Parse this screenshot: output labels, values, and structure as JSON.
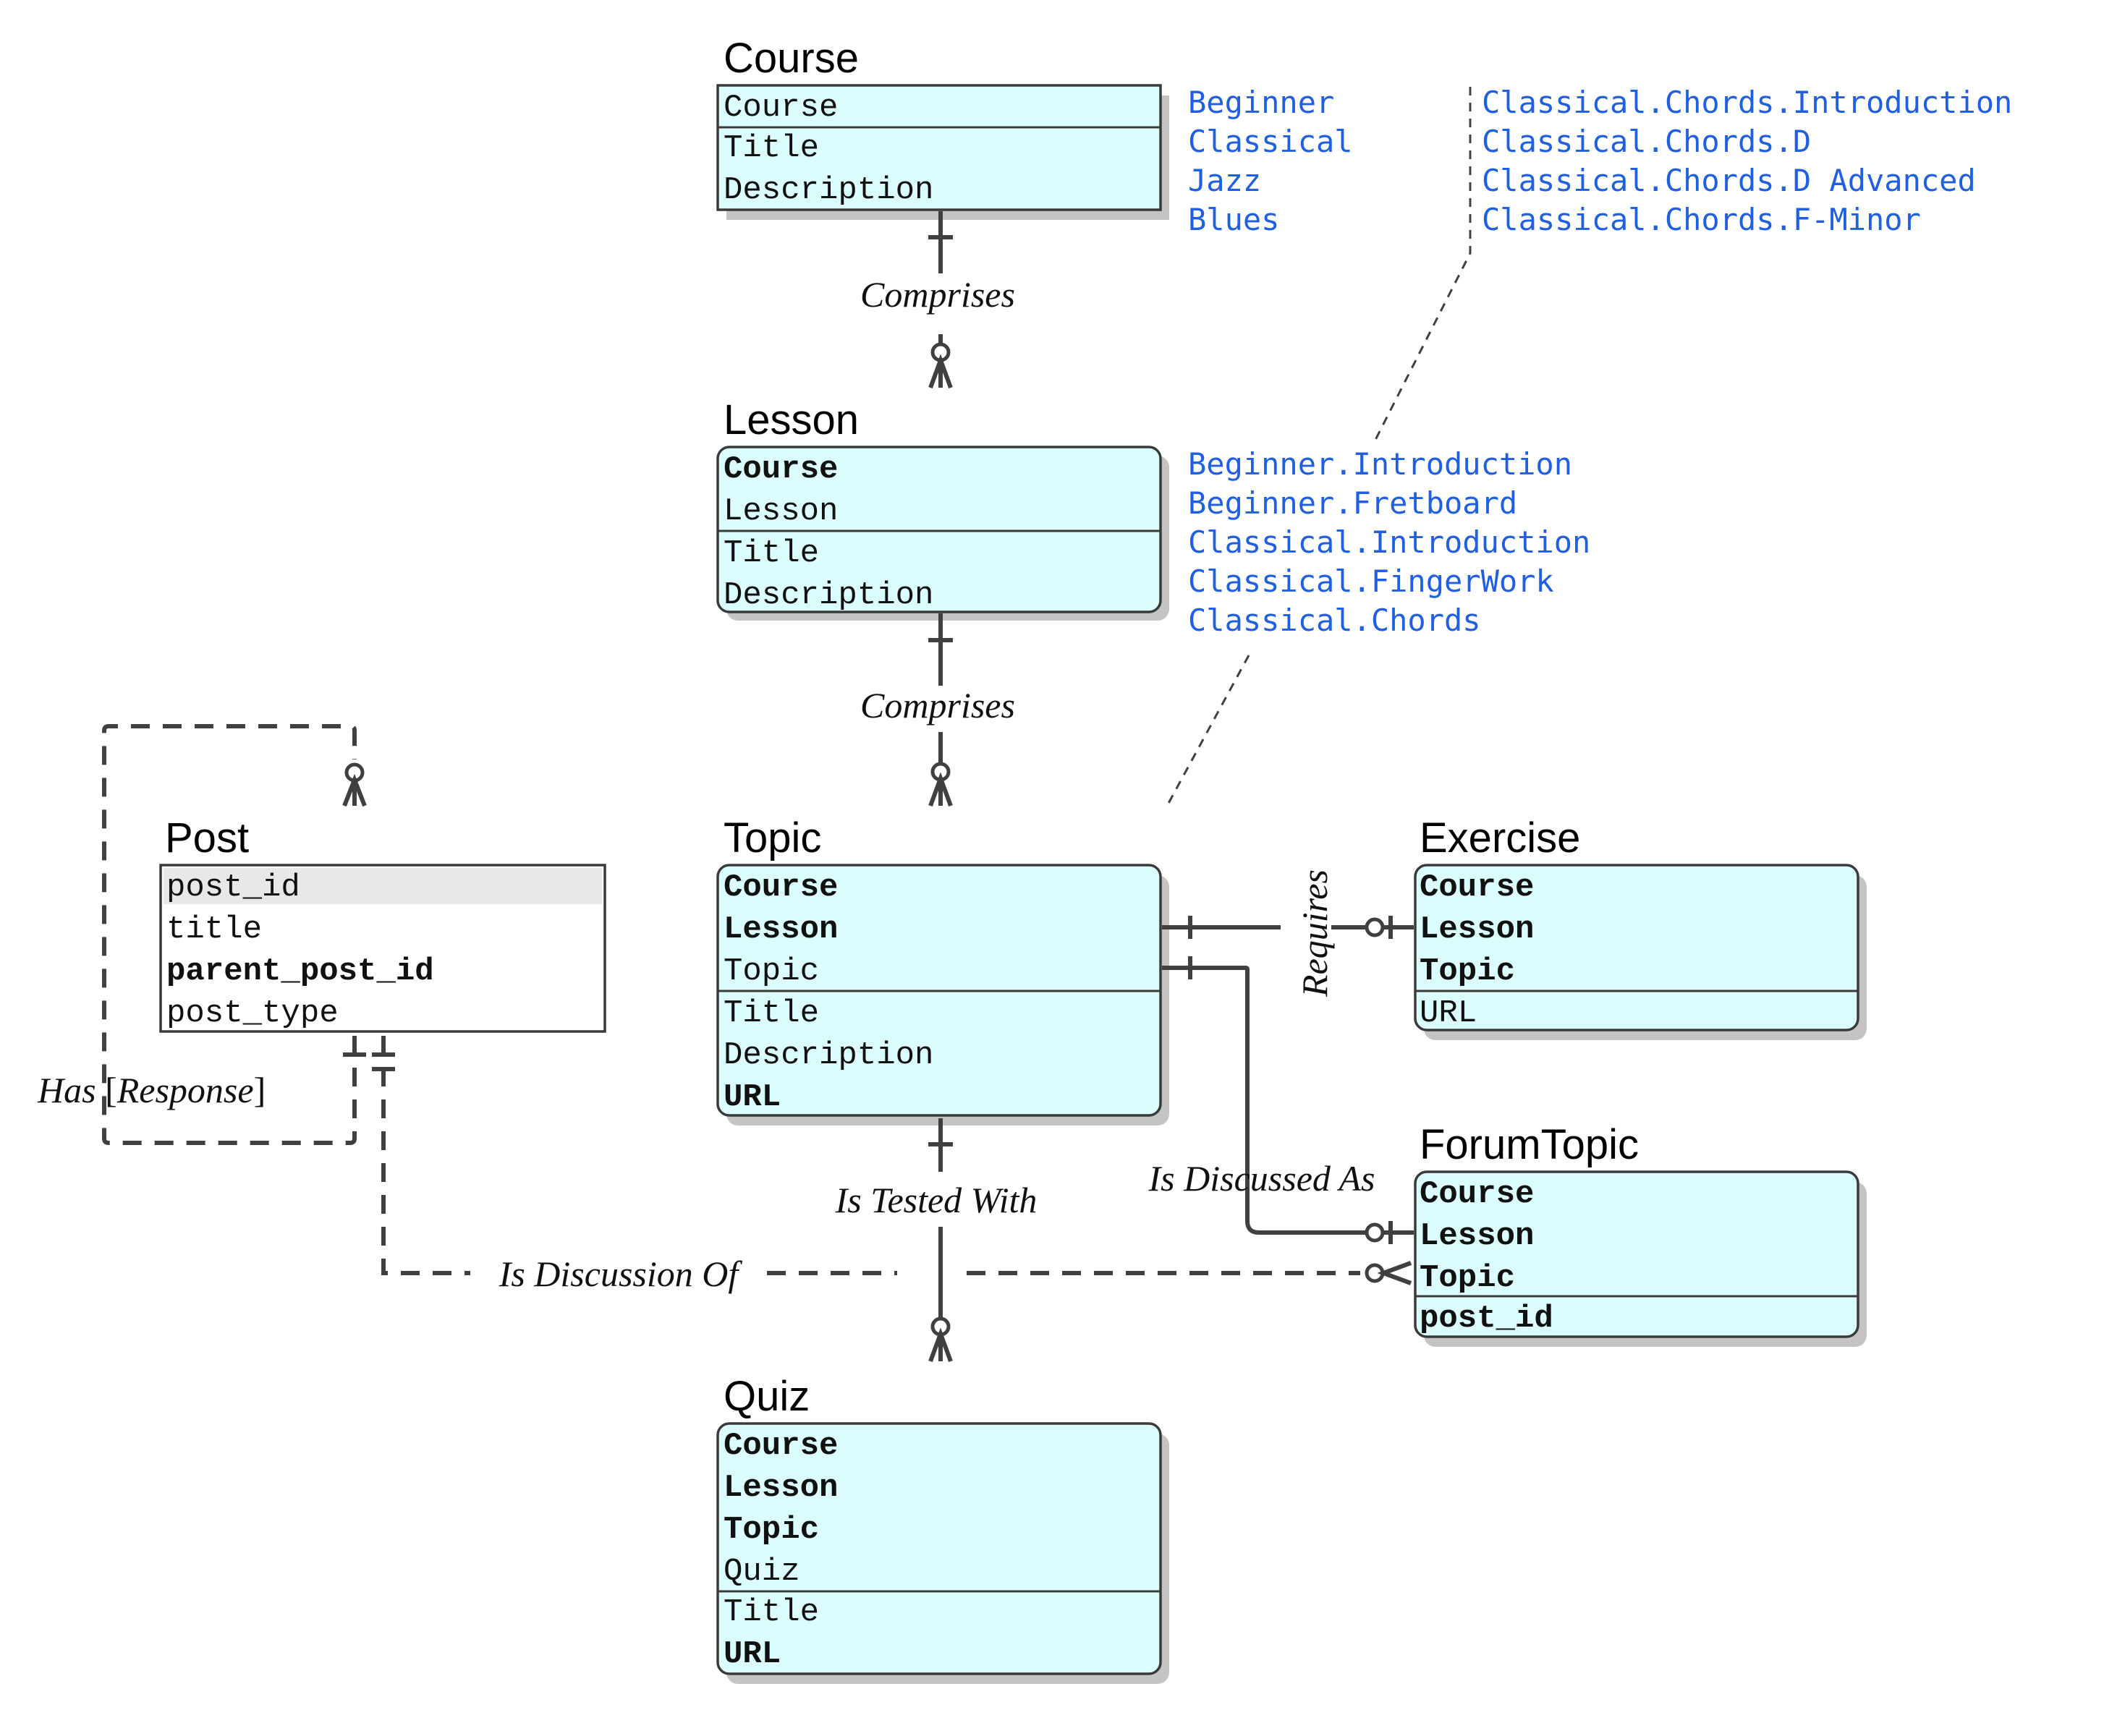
{
  "entities": {
    "course": {
      "title": "Course",
      "key_attrs": [
        "Course"
      ],
      "attrs": [
        "Title",
        "Description"
      ]
    },
    "lesson": {
      "title": "Lesson",
      "key_attrs": [
        "Course",
        "Lesson"
      ],
      "attrs": [
        "Title",
        "Description"
      ]
    },
    "topic": {
      "title": "Topic",
      "key_attrs": [
        "Course",
        "Lesson",
        "Topic"
      ],
      "attrs": [
        "Title",
        "Description",
        "URL"
      ]
    },
    "exercise": {
      "title": "Exercise",
      "key_attrs": [
        "Course",
        "Lesson",
        "Topic"
      ],
      "attrs": [
        "URL"
      ]
    },
    "forumtopic": {
      "title": "ForumTopic",
      "key_attrs": [
        "Course",
        "Lesson",
        "Topic"
      ],
      "attrs": [
        "post_id"
      ]
    },
    "quiz": {
      "title": "Quiz",
      "key_attrs": [
        "Course",
        "Lesson",
        "Topic",
        "Quiz"
      ],
      "attrs": [
        "Title",
        "URL"
      ]
    },
    "post": {
      "title": "Post",
      "attrs": [
        "post_id",
        "title",
        "parent_post_id",
        "post_type"
      ]
    }
  },
  "notes": {
    "course_examples": [
      "Beginner",
      "Classical",
      "Jazz",
      "Blues"
    ],
    "lesson_examples": [
      "Beginner.Introduction",
      "Beginner.Fretboard",
      "Classical.Introduction",
      "Classical.FingerWork",
      "Classical.Chords"
    ],
    "topic_examples": [
      "Classical.Chords.Introduction",
      "Classical.Chords.D",
      "Classical.Chords.D Advanced",
      "Classical.Chords.F-Minor"
    ]
  },
  "relationships": {
    "course_lesson": "Comprises",
    "lesson_topic": "Comprises",
    "topic_exercise": "Requires",
    "topic_forumtopic": "Is Discussed As",
    "topic_quiz": "Is Tested With",
    "post_forumtopic": "Is Discussion Of",
    "post_post_verb": "Has",
    "post_post_role": "Response"
  },
  "colors": {
    "entity_fill": "#dbfdfd",
    "note_text": "#1f5fe0",
    "line": "#404040",
    "post_key_highlight": "#e8e8e8"
  }
}
